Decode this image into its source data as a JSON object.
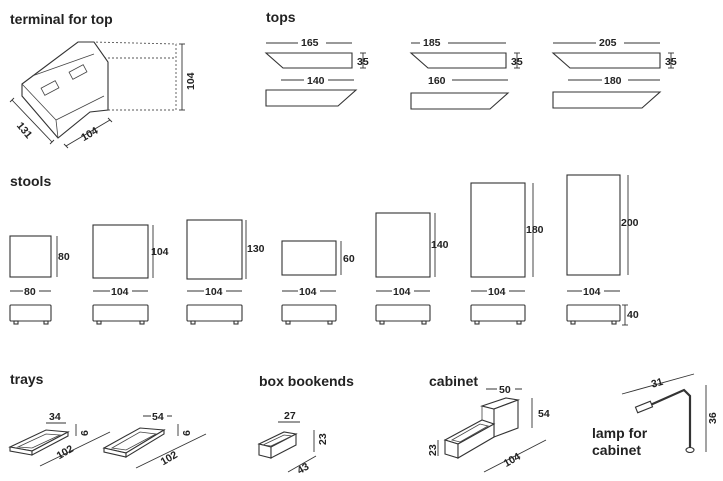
{
  "sections": {
    "terminal": "terminal for top",
    "tops": "tops",
    "stools": "stools",
    "trays": "trays",
    "bookends": "box bookends",
    "cabinet": "cabinet",
    "lamp_line1": "lamp for",
    "lamp_line2": "cabinet"
  },
  "terminal_dims": {
    "depth": "131",
    "width": "104",
    "height": "104"
  },
  "tops": [
    {
      "top_width": "165",
      "bottom_width": "140",
      "height": "35"
    },
    {
      "top_width": "185",
      "bottom_width": "160",
      "height": "35"
    },
    {
      "top_width": "205",
      "bottom_width": "180",
      "height": "35"
    }
  ],
  "stools": [
    {
      "width": "80",
      "height": "80"
    },
    {
      "width": "104",
      "height": "104"
    },
    {
      "width": "104",
      "height": "130"
    },
    {
      "width": "104",
      "height": "60"
    },
    {
      "width": "104",
      "height": "140"
    },
    {
      "width": "104",
      "height": "180"
    },
    {
      "width": "104",
      "height": "200"
    }
  ],
  "stool_side_height": "40",
  "trays": [
    {
      "width": "34",
      "length": "102",
      "height": "6"
    },
    {
      "width": "54",
      "length": "102",
      "height": "6"
    }
  ],
  "bookends": {
    "width": "27",
    "length": "43",
    "height": "23"
  },
  "cabinet": {
    "width": "50",
    "height": "54",
    "length": "104",
    "low_height": "23"
  },
  "lamp": {
    "reach": "31",
    "height": "36"
  }
}
